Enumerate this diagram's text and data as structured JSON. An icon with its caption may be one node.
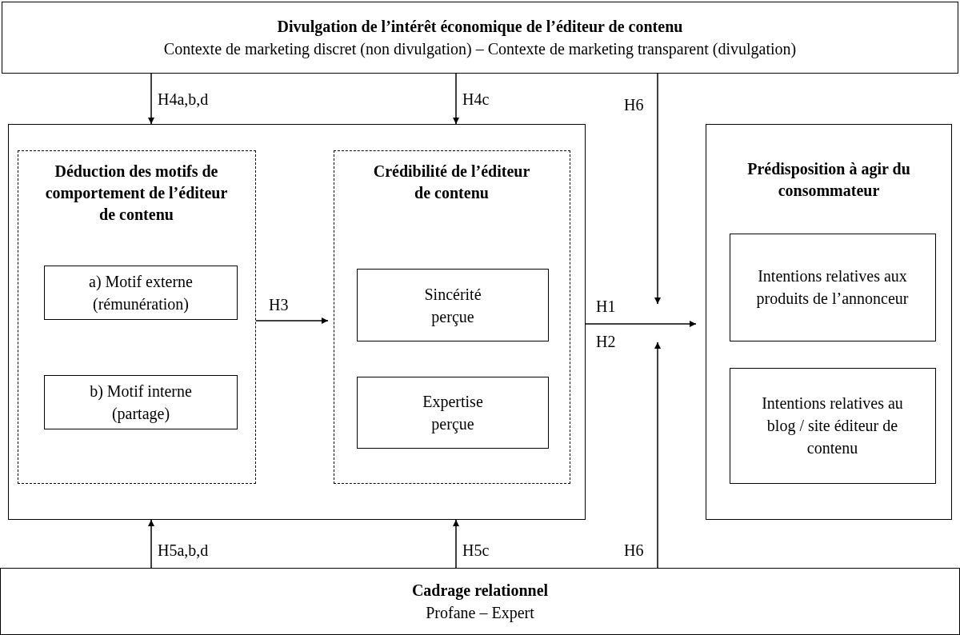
{
  "diagram": {
    "nodes": [
      {
        "text": [
          "Divulgation de l’intérêt économique de l’éditeur de contenu",
          "Contexte de marketing discret (non divulgation) – Contexte de marketing transparent (divulgation)"
        ]
      },
      {
        "text": [],
        "shape": "box"
      },
      {
        "text": [
          "Déduction des motifs de comportement de l’éditeur de contenu"
        ],
        "in": 1
      },
      {
        "text": [
          "a) Motif externe (rémunération)"
        ],
        "in": 2
      },
      {
        "text": [
          "b) Motif interne (partage)"
        ],
        "in": 2
      },
      {
        "text": [
          "Crédibilité de l’éditeur de contenu"
        ],
        "in": 1
      },
      {
        "text": [
          "Sincérité perçue"
        ],
        "in": 5
      },
      {
        "text": [
          "Expertise perçue"
        ],
        "in": 5
      },
      {
        "text": [
          "Prédisposition à agir du consommateur"
        ]
      },
      {
        "text": [
          "Intentions relatives aux produits de l’annonceur"
        ],
        "in": 8
      },
      {
        "text": [
          "Intentions relatives au blog / site éditeur de contenu"
        ],
        "in": 8
      },
      {
        "text": [
          "Cadrage relationnel",
          "Profane – Expert"
        ]
      }
    ],
    "edges": [
      {
        "from": 0,
        "to": 1,
        "arrow": "to",
        "label": "H4a,b,d"
      },
      {
        "from": 0,
        "to": 1,
        "arrow": "to",
        "label": "H4c"
      },
      {
        "from": 0,
        "to": null,
        "arrow": "to",
        "label": "H6"
      },
      {
        "from": 1,
        "to": 8,
        "arrow": "to",
        "label": "H1"
      },
      {
        "from": 2,
        "to": 5,
        "arrow": "to",
        "label": "H3"
      },
      {
        "from": 11,
        "to": 1,
        "arrow": "to",
        "label": "H5a,b,d"
      },
      {
        "from": 11,
        "to": 1,
        "arrow": "to",
        "label": "H5c"
      },
      {
        "from": 11,
        "to": null,
        "arrow": "to",
        "label": "H6"
      }
    ],
    "labels": [
      "H2"
    ]
  }
}
